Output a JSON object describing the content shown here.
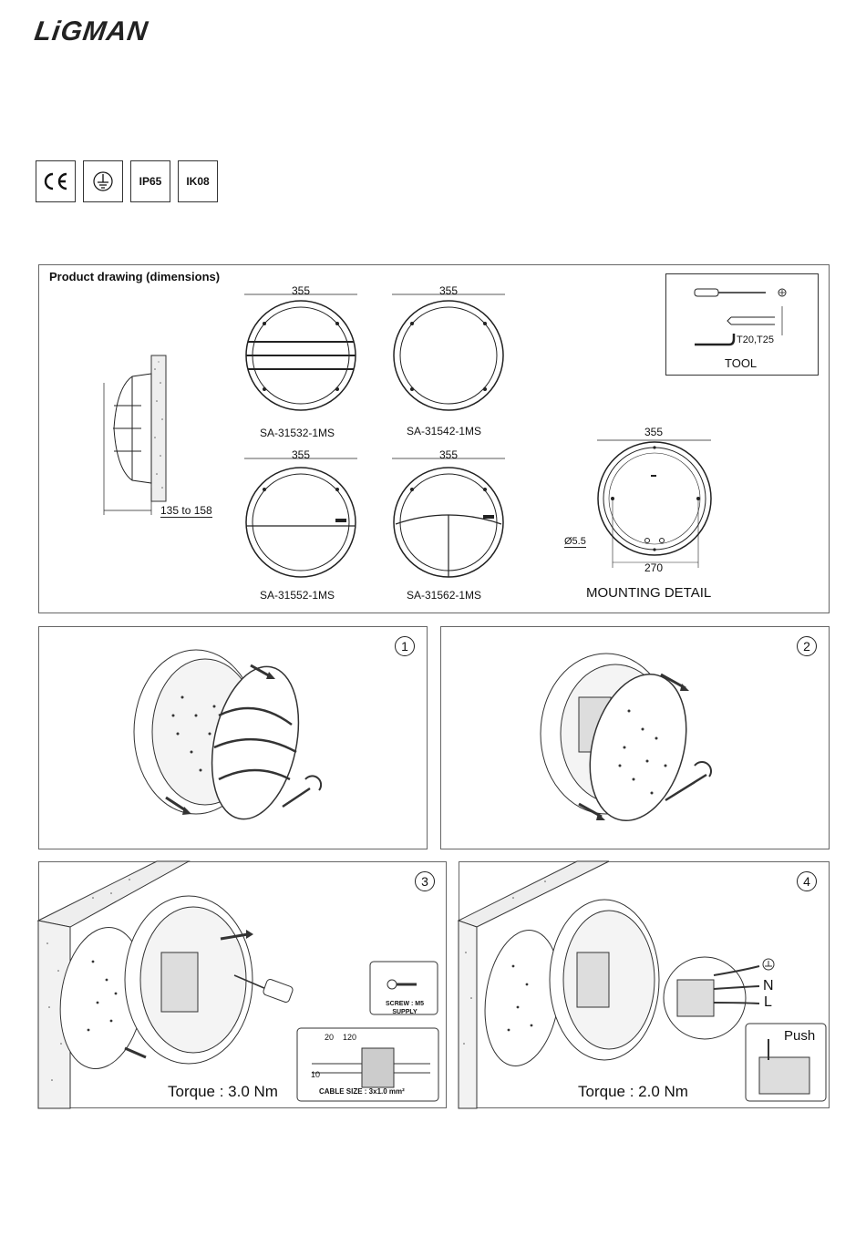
{
  "brand": "LiGMAN",
  "certifications": [
    "CE",
    "earth",
    "IP65",
    "IK08"
  ],
  "product_drawing": {
    "title": "Product drawing (dimensions)",
    "side_depth": "135 to 158",
    "models": [
      {
        "name": "SA-31532-1MS",
        "width": "355"
      },
      {
        "name": "SA-31542-1MS",
        "width": "355"
      },
      {
        "name": "SA-31552-1MS",
        "width": "355"
      },
      {
        "name": "SA-31562-1MS",
        "width": "355"
      }
    ],
    "tool": {
      "label": "TOOL",
      "bits": "T20,T25"
    },
    "mounting": {
      "label": "MOUNTING DETAIL",
      "outer": "355",
      "hole": "Ø5.5",
      "spacing": "270"
    }
  },
  "steps": [
    {
      "number": "1"
    },
    {
      "number": "2"
    },
    {
      "number": "3",
      "torque": "Torque : 3.0 Nm",
      "screw_note_1": "SCREW : M5",
      "screw_note_2": "SUPPLY",
      "strip_a": "20",
      "strip_b": "120",
      "strip_c": "10",
      "cable_size": "CABLE SIZE : 3x1.0 mm²"
    },
    {
      "number": "4",
      "torque": "Torque : 2.0 Nm",
      "terminals": [
        "N",
        "L"
      ],
      "push": "Push"
    }
  ]
}
